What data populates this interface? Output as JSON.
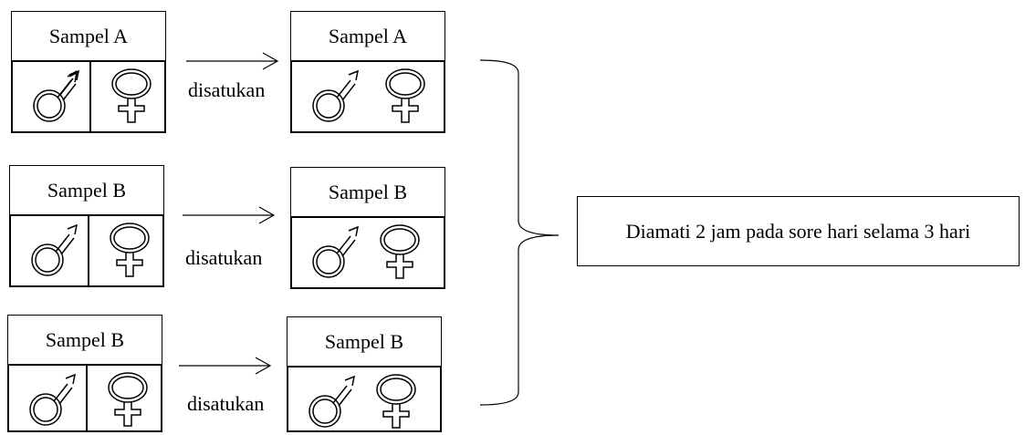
{
  "rows": [
    {
      "left_label": "Sampel A",
      "right_label": "Sampel A",
      "action_label": "disatukan"
    },
    {
      "left_label": "Sampel B",
      "right_label": "Sampel B",
      "action_label": "disatukan"
    },
    {
      "left_label": "Sampel B",
      "right_label": "Sampel B",
      "action_label": "disatukan"
    }
  ],
  "result_label": "Diamati 2 jam pada sore hari selama 3 hari",
  "icons": {
    "male": "male-symbol-icon",
    "female": "female-symbol-icon"
  }
}
